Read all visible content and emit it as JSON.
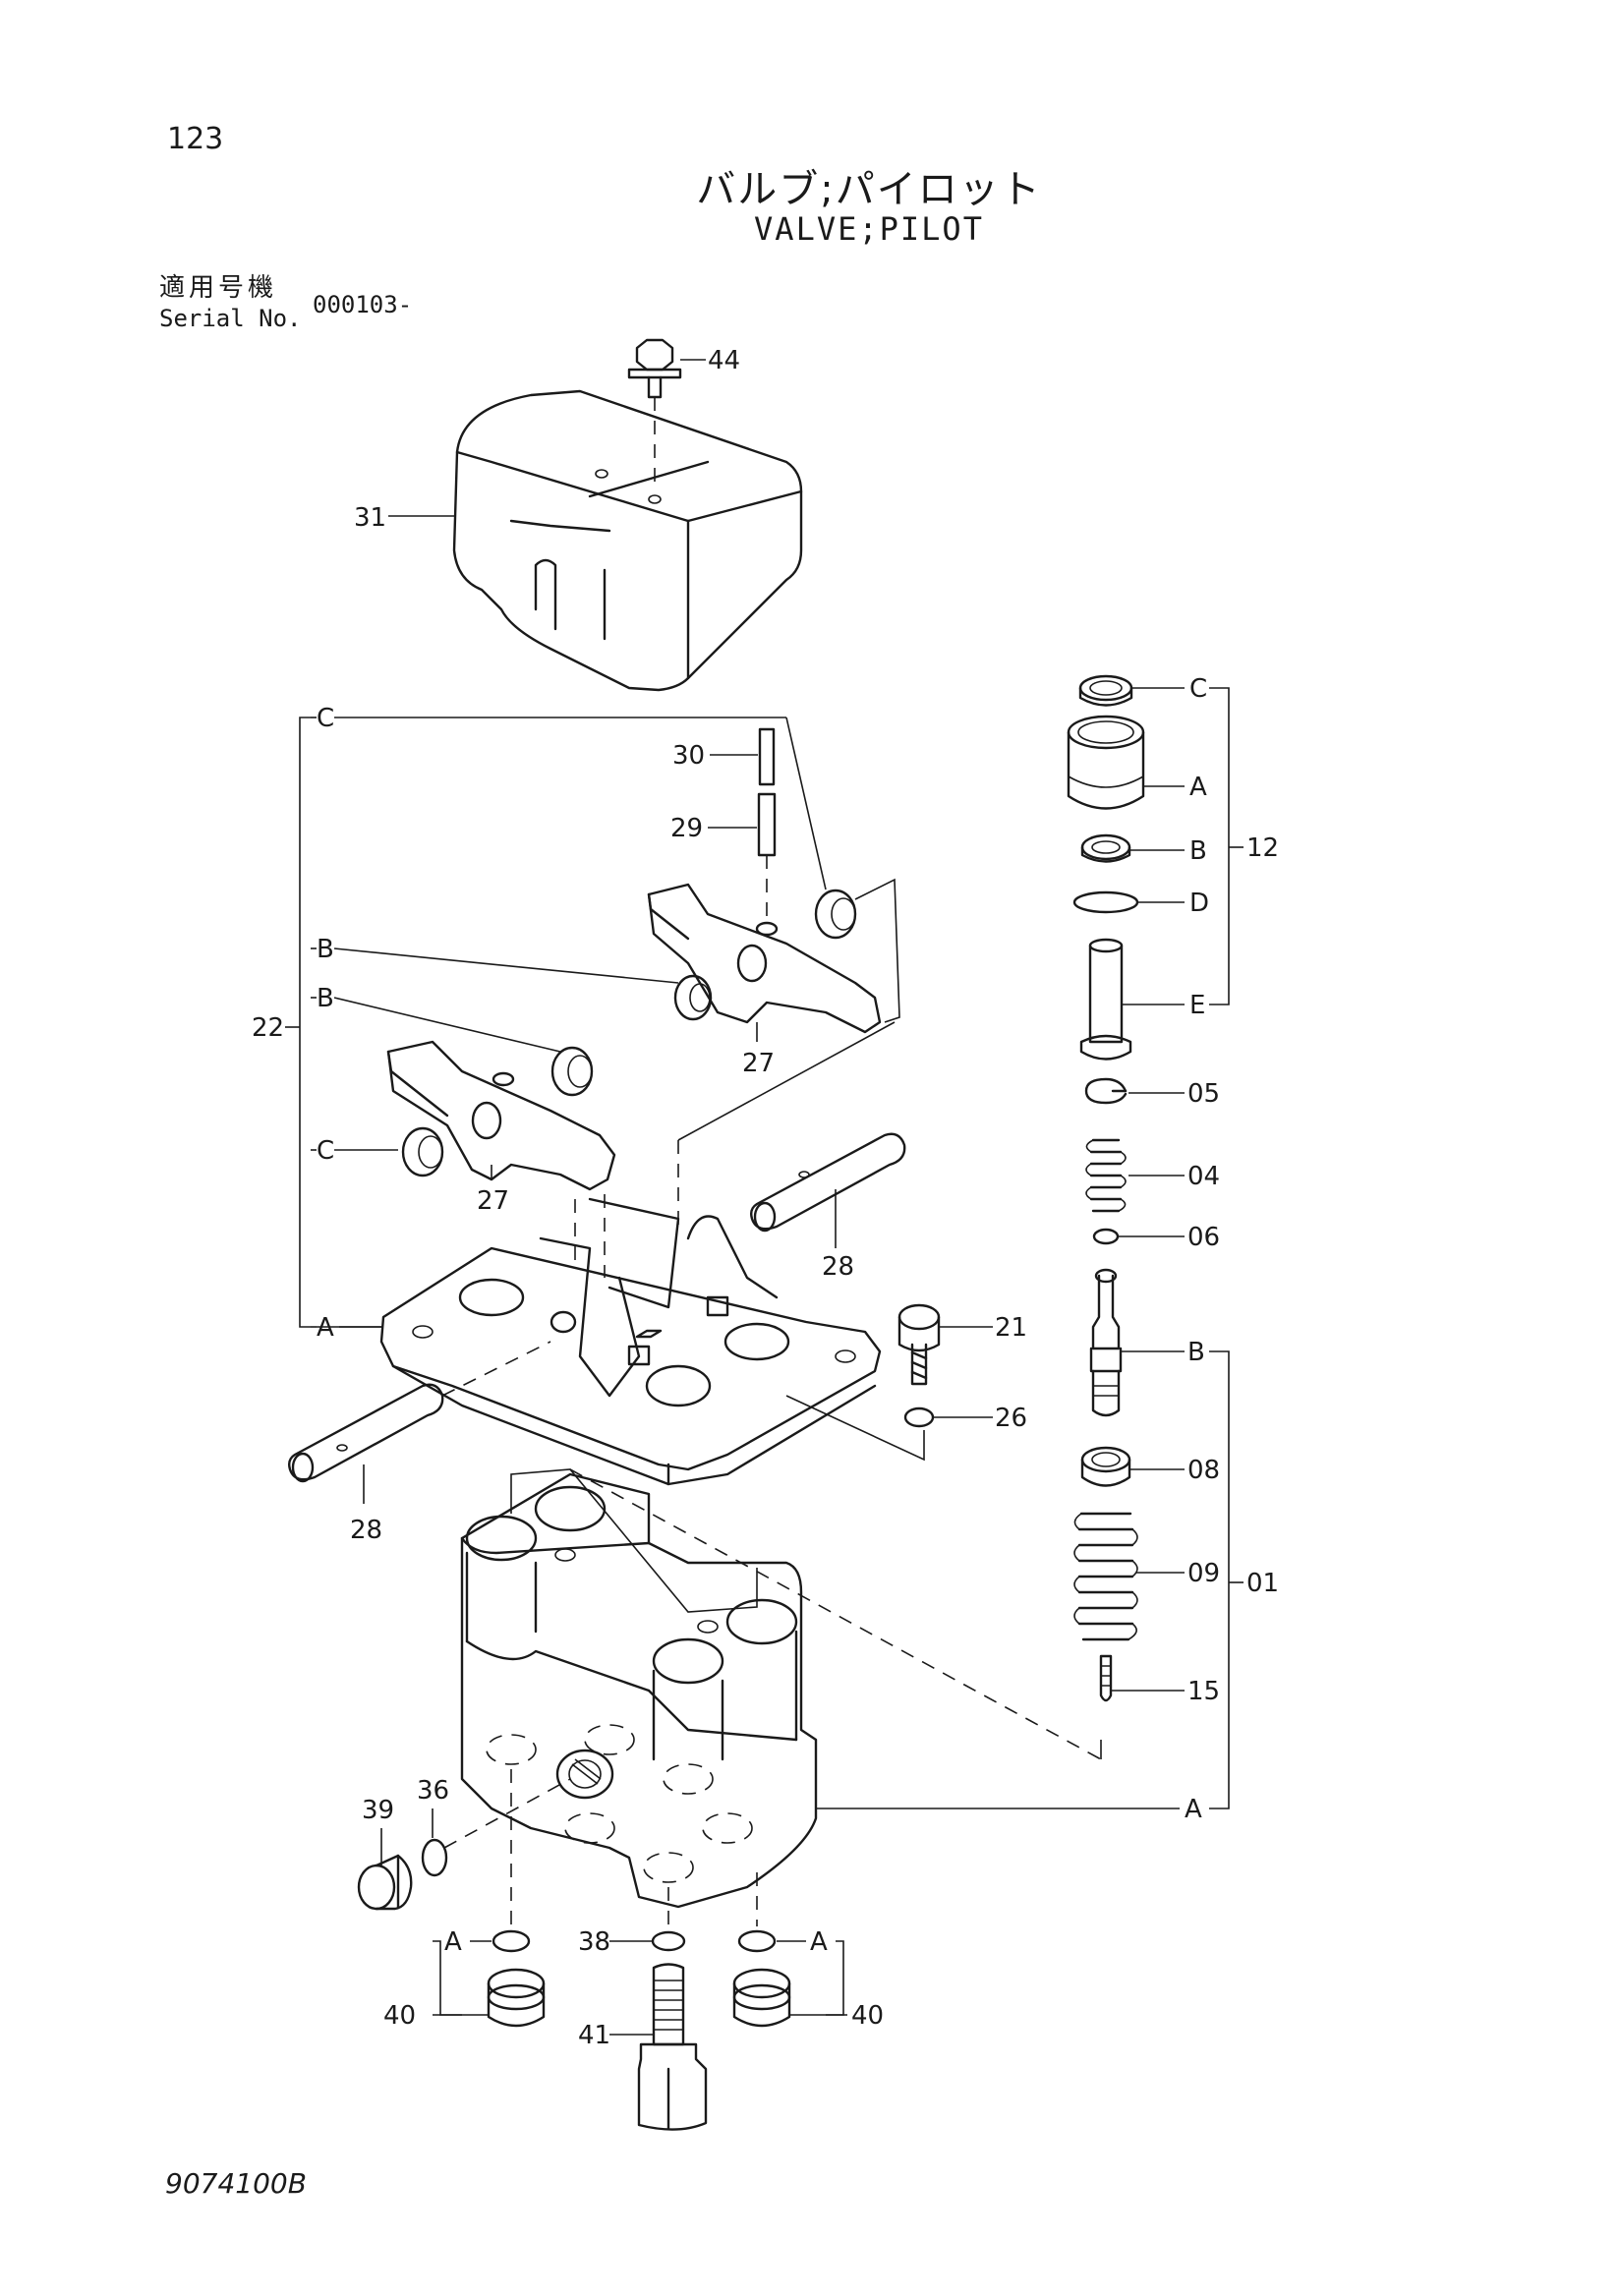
{
  "header": {
    "page_number": "123",
    "title_jp": "バルブ;パイロット",
    "title_en": "VALVE;PILOT",
    "serial_label_jp": "適用号機",
    "serial_label_en": "Serial No.",
    "serial_value": "000103-"
  },
  "footer": {
    "drawing_number": "9074100B"
  },
  "callouts": {
    "c44": "44",
    "c31": "31",
    "c30": "30",
    "c29": "29",
    "c22": "22",
    "c27a": "27",
    "c27b": "27",
    "c28a": "28",
    "c28b": "28",
    "c21": "21",
    "c26": "26",
    "c39": "39",
    "c36": "36",
    "c38": "38",
    "c40a": "40",
    "c40b": "40",
    "c41": "41",
    "c12": "12",
    "c05": "05",
    "c04": "04",
    "c06": "06",
    "c08": "08",
    "c09": "09",
    "c01": "01",
    "c15": "15",
    "l22_C1": "C",
    "l22_B1": "B",
    "l22_B2": "B",
    "l22_C2": "C",
    "l22_A": "A",
    "r12_C": "C",
    "r12_A": "A",
    "r12_B": "B",
    "r12_D": "D",
    "r12_E": "E",
    "r01_B": "B",
    "r01_A": "A",
    "b_A1": "A",
    "b_A2": "A"
  }
}
